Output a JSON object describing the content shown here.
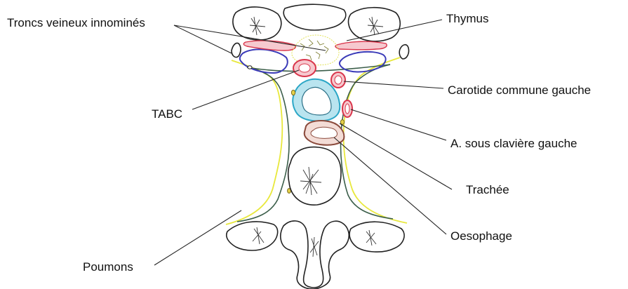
{
  "labels": {
    "troncs": "Troncs veineux innominés",
    "thymus": "Thymus",
    "tabc": "TABC",
    "carotide": "Carotide commune gauche",
    "sous_claviere": "A. sous clavière gauche",
    "trachee": "Trachée",
    "oesophage": "Oesophage",
    "poumons": "Poumons"
  },
  "colors": {
    "vein": "#3a3ab8",
    "artery": "#d9364c",
    "artery_fill": "#f6c9cf",
    "trachea": "#2aa6c6",
    "trachea_fill": "#b9e4ef",
    "pleura": "#e8e83c",
    "thymus": "#e3e35a",
    "mediastinum": "#3b5e4a",
    "oesophagus": "#8b4a3c"
  }
}
